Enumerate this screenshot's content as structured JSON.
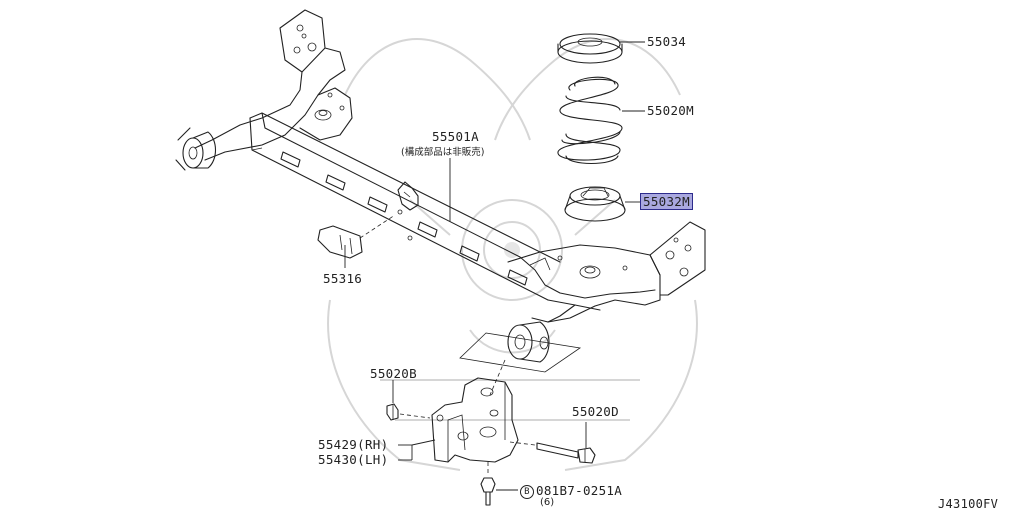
{
  "diagram": {
    "code": "J43100FV",
    "parts": [
      {
        "id": "p55034",
        "number": "55034",
        "highlighted": false
      },
      {
        "id": "p55020m",
        "number": "55020M",
        "highlighted": false
      },
      {
        "id": "p55032m",
        "number": "55032M",
        "highlighted": true
      },
      {
        "id": "p55501a",
        "number": "55501A",
        "note": "(構成部品は非販売)",
        "highlighted": false
      },
      {
        "id": "p55316",
        "number": "55316",
        "highlighted": false
      },
      {
        "id": "p55020b",
        "number": "55020B",
        "highlighted": false
      },
      {
        "id": "p55020d",
        "number": "55020D",
        "highlighted": false
      },
      {
        "id": "p55429",
        "number": "55429(RH)",
        "highlighted": false
      },
      {
        "id": "p55430",
        "number": "55430(LH)",
        "highlighted": false
      },
      {
        "id": "p081b7",
        "prefix": "B",
        "number": "081B7-0251A",
        "qty": "(6)",
        "highlighted": false
      }
    ],
    "colors": {
      "line": "#222222",
      "highlight_fill": "#a9a8df",
      "highlight_border": "#2d2b8c",
      "watermark": "#d6d6d6"
    }
  }
}
